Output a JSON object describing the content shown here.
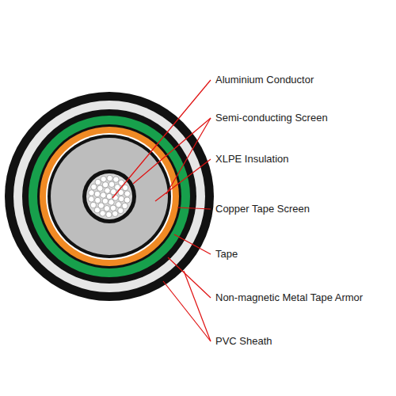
{
  "diagram": {
    "labels": [
      "Aluminium Conductor",
      "Semi-conducting Screen",
      "XLPE Insulation",
      "Copper Tape Screen",
      "Tape",
      "Non-magnetic Metal Tape Armor",
      "PVC Sheath"
    ]
  }
}
